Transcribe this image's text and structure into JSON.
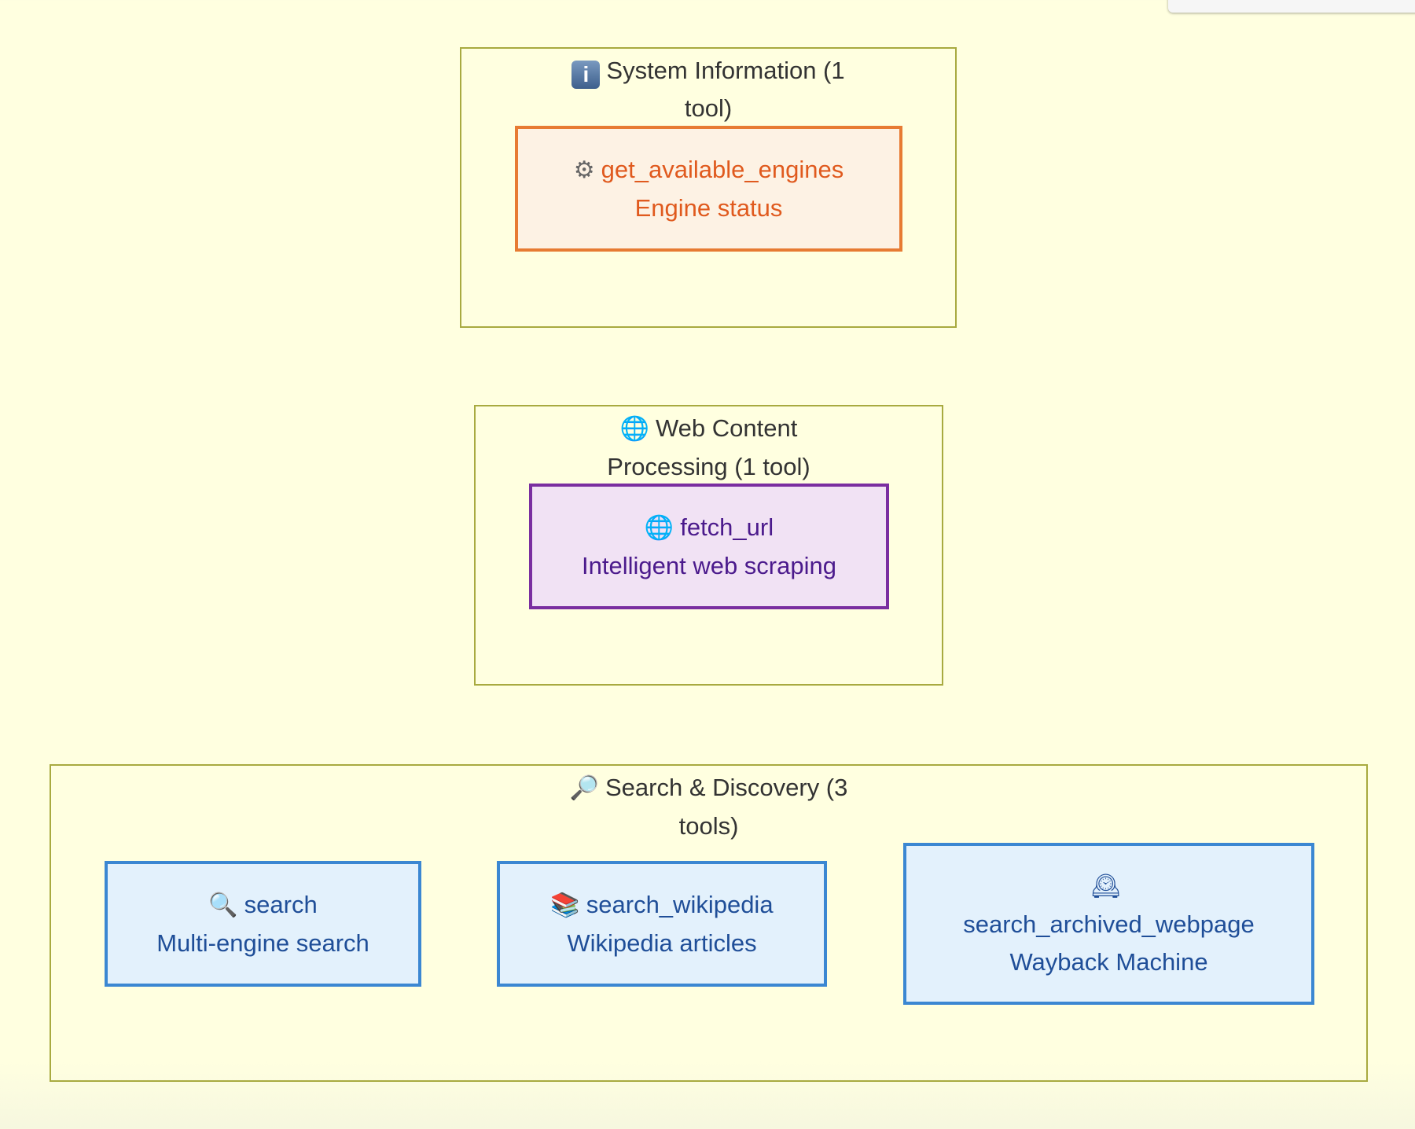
{
  "clusters": [
    {
      "title": "System Information (1 tool)",
      "icon": "info-icon",
      "color": "#a8aa40",
      "nodes": [
        {
          "name": "get_available_engines",
          "desc": "Engine status",
          "icon": "gear-icon",
          "color": "#e77b33"
        }
      ]
    },
    {
      "title": "Web Content Processing (1 tool)",
      "icon": "globe-icon",
      "nodes": [
        {
          "name": "fetch_url",
          "desc": "Intelligent web scraping",
          "icon": "globe-icon",
          "color": "#7a2ea0"
        }
      ]
    },
    {
      "title": "Search & Discovery (3 tools)",
      "icon": "magnifier-icon",
      "nodes": [
        {
          "name": "search",
          "desc": "Multi-engine search",
          "icon": "magnifier-icon",
          "color": "#3b87d2"
        },
        {
          "name": "search_wikipedia",
          "desc": "Wikipedia articles",
          "icon": "books-icon",
          "color": "#3b87d2"
        },
        {
          "name": "search_archived_webpage",
          "desc": "Wayback Machine",
          "icon": "clock-icon",
          "color": "#3b87d2"
        }
      ]
    }
  ],
  "icons": {
    "info": "i",
    "gear": "⚙",
    "globe": "🌐",
    "magnifier": "🔎",
    "search": "🔍",
    "books": "📚",
    "clock": "🕰"
  }
}
